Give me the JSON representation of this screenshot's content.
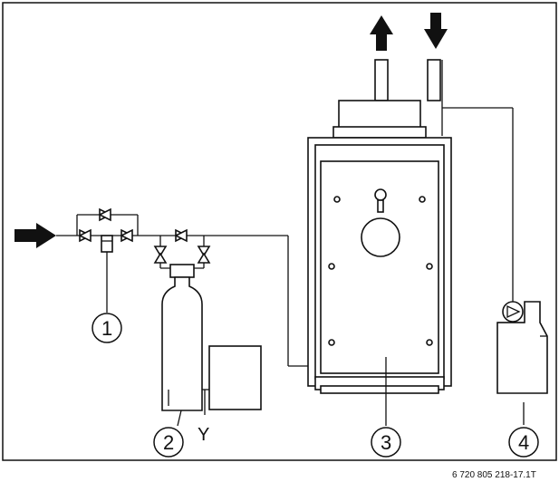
{
  "callouts": [
    {
      "id": "1",
      "label": "1"
    },
    {
      "id": "2",
      "label": "2"
    },
    {
      "id": "3",
      "label": "3"
    },
    {
      "id": "4",
      "label": "4"
    }
  ],
  "branch_label": "Y",
  "reference": "6 720 805 218-17.1T",
  "colors": {
    "line": "#111111",
    "background": "#ffffff"
  }
}
